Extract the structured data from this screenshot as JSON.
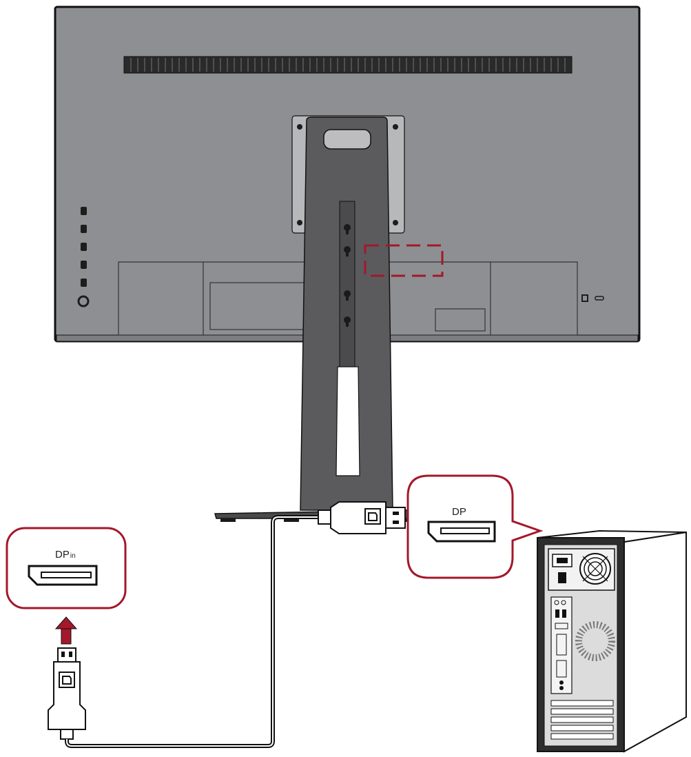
{
  "monitor_port": {
    "label_main": "DP",
    "label_sub": "in"
  },
  "pc_port": {
    "label": "DP"
  },
  "colors": {
    "monitor_body": "#8e8f92",
    "stand": "#5b5b5e",
    "highlight_red": "#a3182b",
    "outline": "#111111"
  }
}
